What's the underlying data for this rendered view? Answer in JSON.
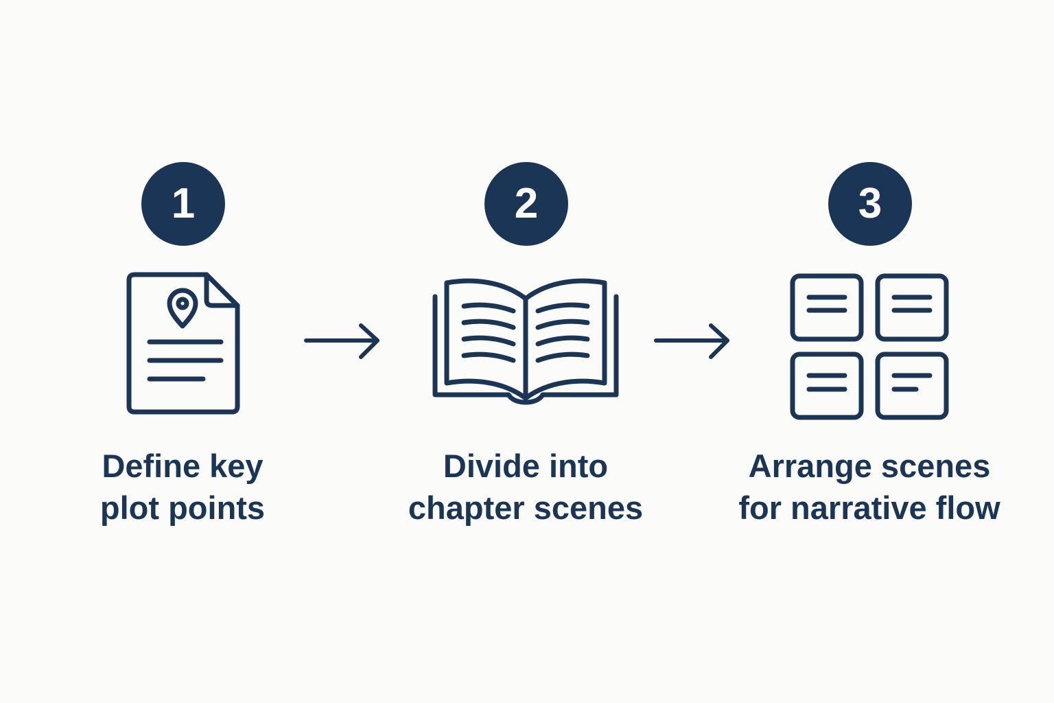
{
  "colors": {
    "primary": "#1b3556",
    "background": "#fbfbf9",
    "badge_text": "#ffffff"
  },
  "steps": [
    {
      "number": "1",
      "icon": "document-location-pin-icon",
      "label_line1": "Define key",
      "label_line2": "plot points"
    },
    {
      "number": "2",
      "icon": "open-book-icon",
      "label_line1": "Divide into",
      "label_line2": "chapter scenes"
    },
    {
      "number": "3",
      "icon": "scene-cards-grid-icon",
      "label_line1": "Arrange scenes",
      "label_line2": "for narrative flow"
    }
  ],
  "connectors": [
    {
      "icon": "arrow-right-icon"
    },
    {
      "icon": "arrow-right-icon"
    }
  ]
}
